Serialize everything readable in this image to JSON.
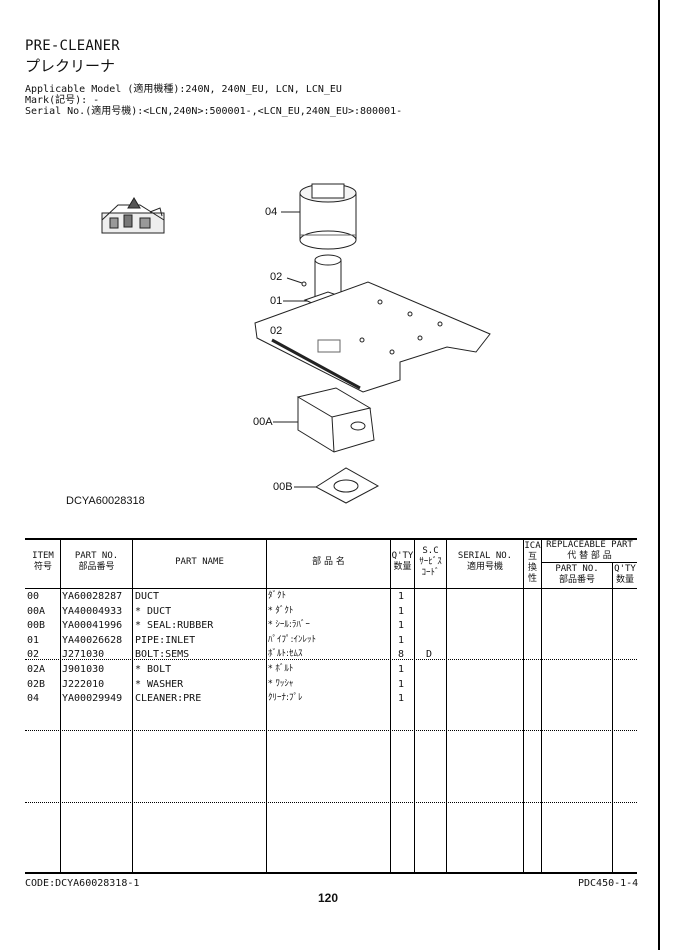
{
  "header": {
    "title_en": "PRE-CLEANER",
    "title_jp": "プレクリーナ",
    "model_line": "Applicable Model (適用機種):240N, 240N_EU, LCN, LCN_EU",
    "mark_line": "Mark(記号): -",
    "serial_line": "Serial No.(適用号機):<LCN,240N>:500001-,<LCN_EU,240N_EU>:800001-"
  },
  "diagram": {
    "callouts": [
      "04",
      "02",
      "01",
      "02",
      "00A",
      "00B"
    ],
    "drawing_code": "DCYA60028318"
  },
  "table": {
    "headers": {
      "item": "ITEM",
      "item_jp": "符号",
      "part_no": "PART NO.",
      "part_no_jp": "部品番号",
      "part_name": "PART NAME",
      "name_jp": "部 品 名",
      "qty": "Q'TY",
      "qty_jp": "数量",
      "sc": "S.C",
      "sc_jp1": "ｻｰﾋﾞｽ",
      "sc_jp2": "ｺｰﾄﾞ",
      "serial": "SERIAL NO.",
      "serial_jp": "適用号機",
      "ica": "ICA",
      "ica_jp1": "互",
      "ica_jp2": "換",
      "ica_jp3": "性",
      "replaceable": "REPLACEABLE PART",
      "replaceable_jp": "代 替 部 品",
      "rp_part_no": "PART NO.",
      "rp_part_no_jp": "部品番号",
      "rp_qty": "Q'TY",
      "rp_qty_jp": "数量"
    },
    "rows": [
      {
        "item": "00",
        "part_no": "YA60028287",
        "name": "DUCT",
        "name_jp": "ﾀﾞｸﾄ",
        "qty": "1",
        "sc": ""
      },
      {
        "item": "00A",
        "part_no": "YA40004933",
        "name": "* DUCT",
        "name_jp": "* ﾀﾞｸﾄ",
        "qty": "1",
        "sc": ""
      },
      {
        "item": "00B",
        "part_no": "YA00041996",
        "name": "* SEAL:RUBBER",
        "name_jp": "* ｼｰﾙ:ﾗﾊﾞｰ",
        "qty": "1",
        "sc": ""
      },
      {
        "item": "01",
        "part_no": "YA40026628",
        "name": "PIPE:INLET",
        "name_jp": "ﾊﾟｲﾌﾟ:ｲﾝﾚｯﾄ",
        "qty": "1",
        "sc": ""
      },
      {
        "item": "02",
        "part_no": "J271030",
        "name": "BOLT:SEMS",
        "name_jp": "ﾎﾞﾙﾄ:ｾﾑｽ",
        "qty": "8",
        "sc": "D"
      },
      {
        "item": "02A",
        "part_no": "J901030",
        "name": "* BOLT",
        "name_jp": "* ﾎﾞﾙﾄ",
        "qty": "1",
        "sc": ""
      },
      {
        "item": "02B",
        "part_no": "J222010",
        "name": "* WASHER",
        "name_jp": "* ﾜｯｼｬ",
        "qty": "1",
        "sc": ""
      },
      {
        "item": "04",
        "part_no": "YA00029949",
        "name": "CLEANER:PRE",
        "name_jp": "ｸﾘｰﾅ:ﾌﾟﾚ",
        "qty": "1",
        "sc": ""
      }
    ]
  },
  "footer": {
    "code": "CODE:DCYA60028318-1",
    "page": "120",
    "ref": "PDC450-1-4"
  }
}
